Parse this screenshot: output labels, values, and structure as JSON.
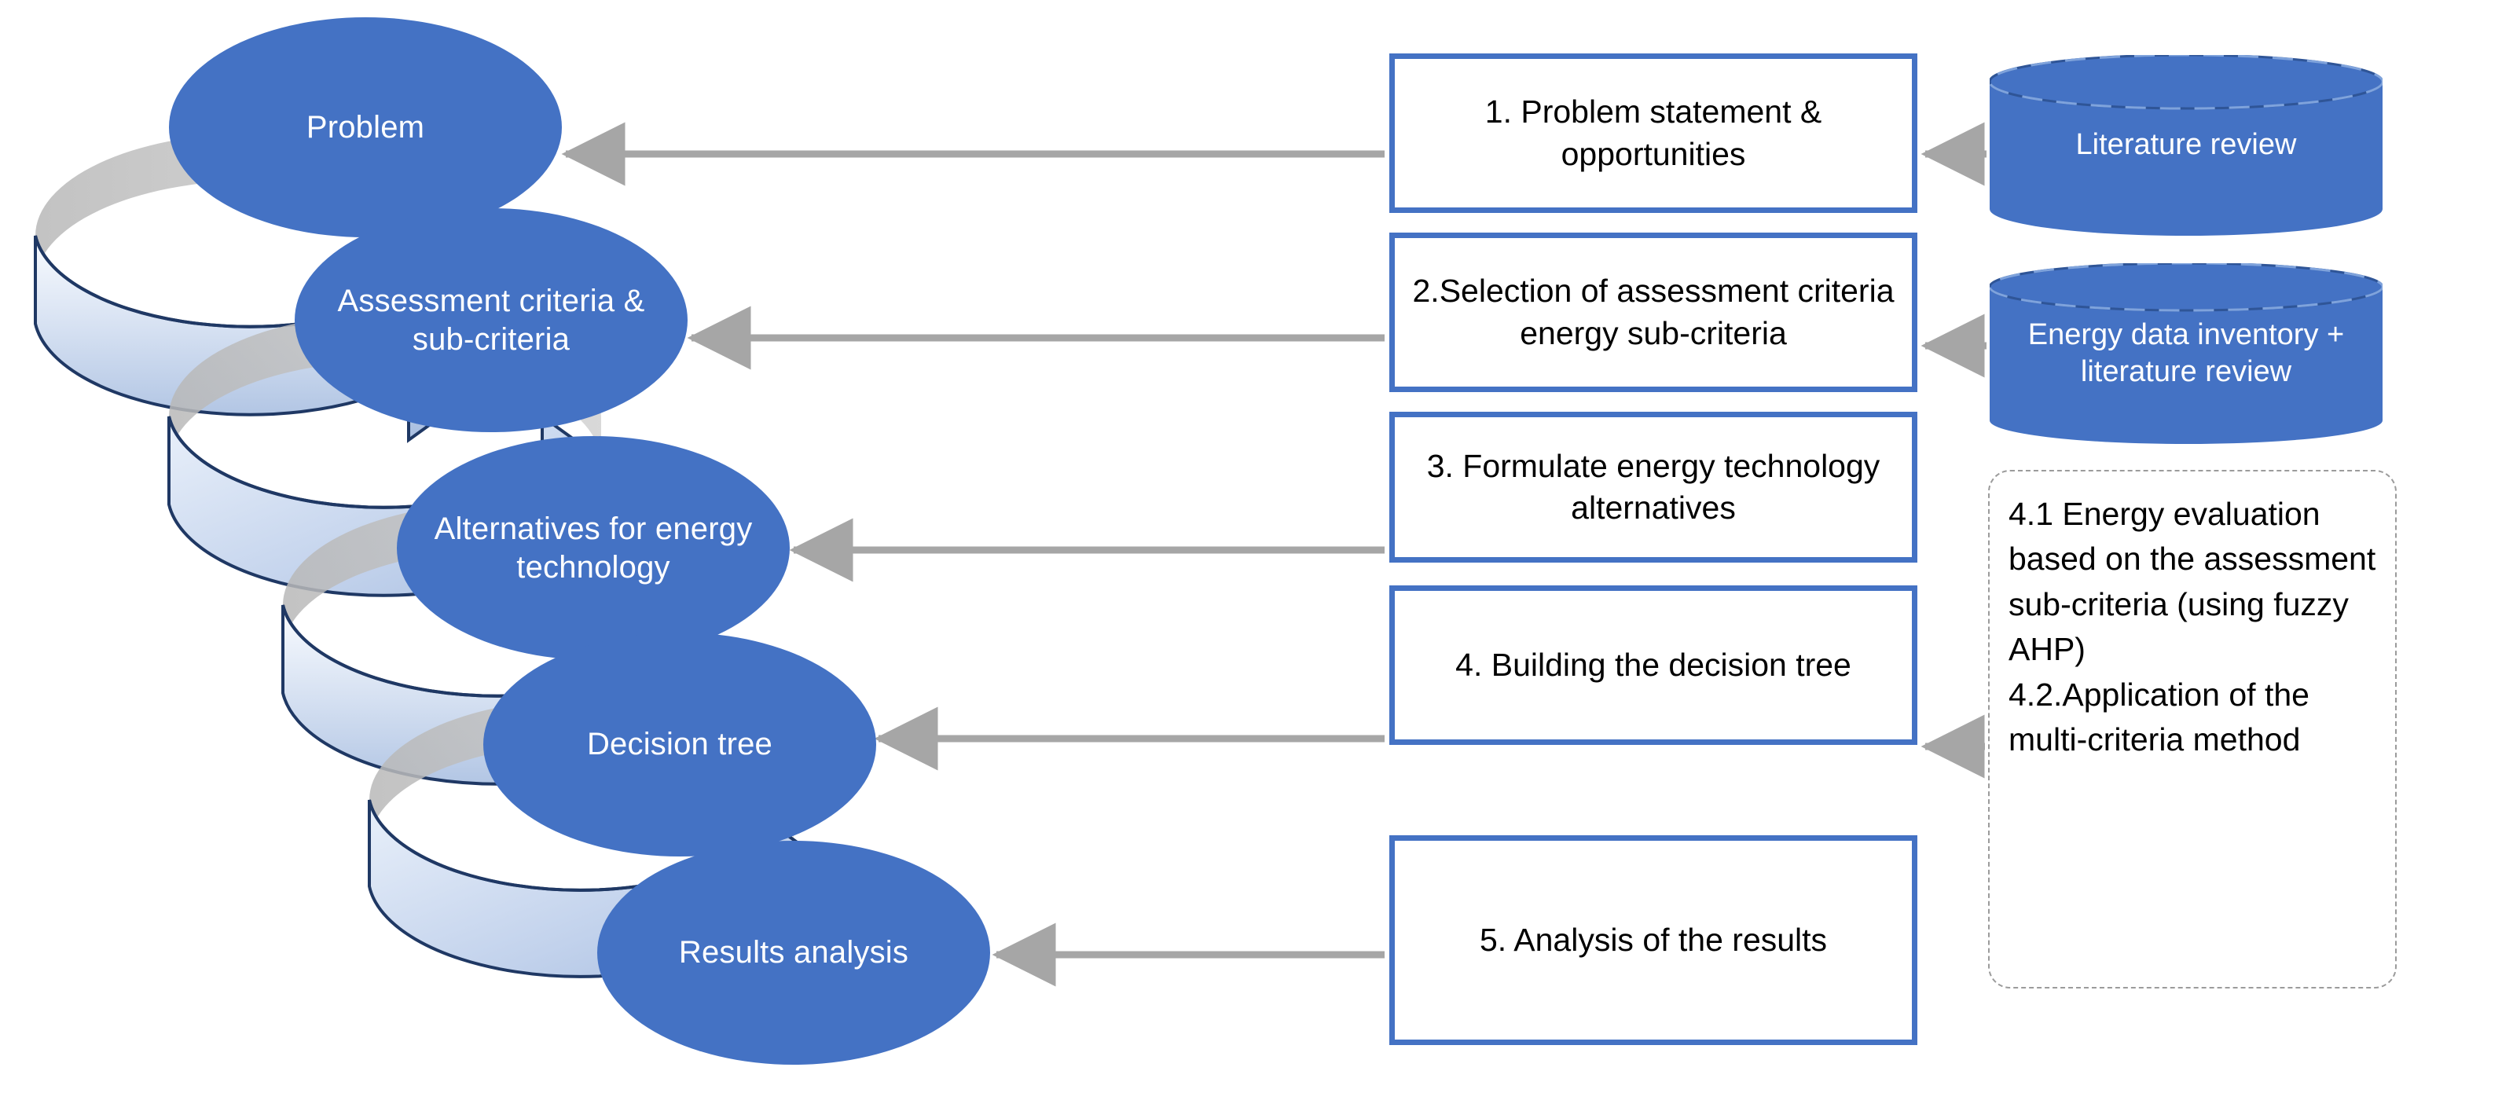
{
  "diagram": {
    "title": "Energy technology assessment methodology flowchart",
    "colors": {
      "primary_blue": "#4472C4",
      "arrow_gray": "#A6A6A6",
      "ribbon_light": "#C5D4EC",
      "ribbon_shadow": "#BFBFBF",
      "note_border": "#9B9B9B",
      "text_dark": "#000000",
      "text_light": "#FFFFFF"
    },
    "stages": [
      {
        "id": "stage-problem",
        "label": "Problem"
      },
      {
        "id": "stage-criteria",
        "label": "Assessment criteria & sub-criteria"
      },
      {
        "id": "stage-alternatives",
        "label": "Alternatives for energy technology"
      },
      {
        "id": "stage-decision",
        "label": "Decision tree"
      },
      {
        "id": "stage-results",
        "label": "Results analysis"
      }
    ],
    "steps": [
      {
        "id": "step-1",
        "label": "1. Problem statement & opportunities"
      },
      {
        "id": "step-2",
        "label": "2.Selection of assessment criteria energy sub-criteria"
      },
      {
        "id": "step-3",
        "label": "3. Formulate energy technology alternatives"
      },
      {
        "id": "step-4",
        "label": "4. Building the decision tree"
      },
      {
        "id": "step-5",
        "label": "5. Analysis of the results"
      }
    ],
    "sources": [
      {
        "id": "source-literature",
        "label": "Literature review"
      },
      {
        "id": "source-energy-data",
        "label": "Energy data inventory + literature review"
      }
    ],
    "note": {
      "id": "note-methods",
      "label": "4.1 Energy evaluation based on the assessment sub-criteria (using fuzzy AHP)\n4.2.Application of the multi-criteria method"
    }
  }
}
